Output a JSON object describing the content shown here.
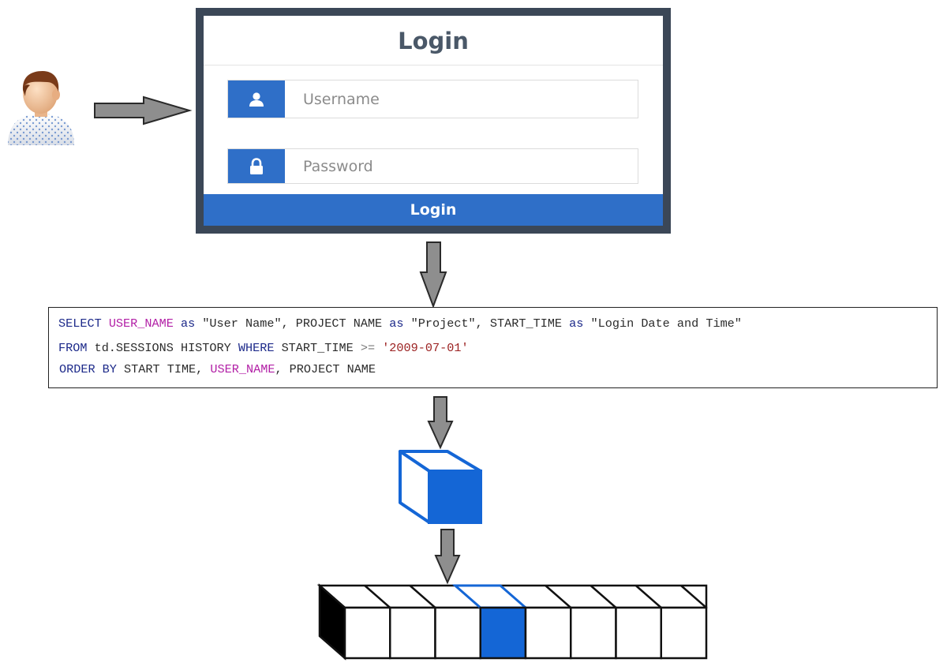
{
  "login": {
    "title": "Login",
    "username_placeholder": "Username",
    "password_placeholder": "Password",
    "button_label": "Login"
  },
  "icons": {
    "avatar": "user-avatar-icon",
    "username": "user-icon",
    "password": "lock-icon",
    "cube": "cube-icon",
    "storage": "storage-blocks-icon"
  },
  "sql": {
    "line1": [
      {
        "t": "SELECT",
        "c": "kw"
      },
      {
        "t": " ",
        "c": ""
      },
      {
        "t": "USER_NAME",
        "c": "ident-pink"
      },
      {
        "t": " ",
        "c": ""
      },
      {
        "t": "as",
        "c": "kw"
      },
      {
        "t": " \"User Name\",",
        "c": "str"
      },
      {
        "t": " PROJECT NAME ",
        "c": ""
      },
      {
        "t": "as",
        "c": "kw"
      },
      {
        "t": " \"Project\",",
        "c": "str"
      },
      {
        "t": " START_TIME ",
        "c": ""
      },
      {
        "t": "as",
        "c": "kw"
      },
      {
        "t": " \"Login Date and Time\"",
        "c": "str"
      }
    ],
    "line2": [
      {
        "t": "FROM",
        "c": "kw"
      },
      {
        "t": " td.SESSIONS HISTORY ",
        "c": ""
      },
      {
        "t": "WHERE",
        "c": "kw"
      },
      {
        "t": " START_TIME ",
        "c": ""
      },
      {
        "t": ">=",
        "c": "op"
      },
      {
        "t": " ",
        "c": ""
      },
      {
        "t": "'2009-07-01'",
        "c": "lit"
      }
    ],
    "line3": [
      {
        "t": "ORDER BY",
        "c": "kw"
      },
      {
        "t": " START TIME, ",
        "c": ""
      },
      {
        "t": "USER_NAME",
        "c": "ident-pink"
      },
      {
        "t": ", PROJECT NAME",
        "c": ""
      }
    ]
  },
  "colors": {
    "accent_blue": "#2f6fc8",
    "cube_blue": "#1466d6",
    "panel_border": "#3b4757",
    "arrow_gray": "#8a8a8a",
    "sql_keyword": "#1d2a8a",
    "sql_identifier": "#b21fa6",
    "sql_literal": "#9b2121"
  },
  "storage_blocks": {
    "count": 8,
    "highlighted_index": 3
  }
}
